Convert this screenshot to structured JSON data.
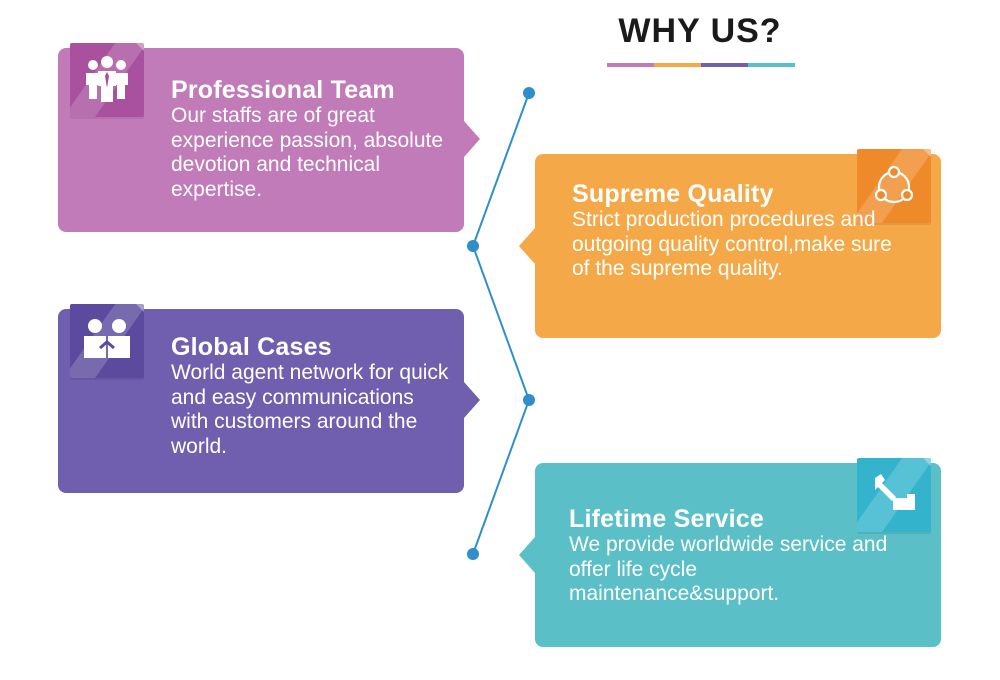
{
  "header": {
    "title": "WHY US?",
    "underline_colors": [
      "#c07bb8",
      "#f5a847",
      "#6f5fae",
      "#5bbfc8"
    ]
  },
  "timeline": {
    "color": "#2e8fc9"
  },
  "cards": [
    {
      "heading": "Professional Team",
      "body": "Our staffs are of great experience passion, absolute devotion and technical expertise.",
      "color": "#c07bb8",
      "icon_color": "#a9509f",
      "icon": "team-icon"
    },
    {
      "heading": "Supreme Quality",
      "body": "Strict production procedures and outgoing quality control,make sure of the supreme quality.",
      "color": "#f5a847",
      "icon_color": "#ef8a2a",
      "icon": "network-icon"
    },
    {
      "heading": "Global Cases",
      "body": "World agent network for quick and easy communications with customers around the world.",
      "color": "#6f5fae",
      "icon_color": "#5b4a9e",
      "icon": "people-icon"
    },
    {
      "heading": "Lifetime Service",
      "body": "We provide worldwide service and offer life cycle maintenance&support.",
      "color": "#5bbfc8",
      "icon_color": "#33b4cc",
      "icon": "wrench-hand-icon"
    }
  ]
}
